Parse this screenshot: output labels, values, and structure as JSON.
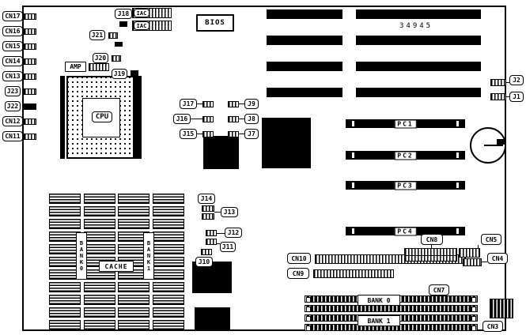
{
  "figure": {
    "type": "motherboard-layout-diagram",
    "part_number": "34945"
  },
  "labels": {
    "cn17": "CN17",
    "cn16": "CN16",
    "cn15": "CN15",
    "cn14": "CN14",
    "cn13": "CN13",
    "j23": "J23",
    "j22": "J22",
    "cn12": "CN12",
    "cn11": "CN11",
    "j18": "J18",
    "j21": "J21",
    "j20": "J20",
    "j19": "J19",
    "iac": "IAC",
    "amp": "AMP",
    "bios": "BIOS",
    "cpu": "CPU",
    "j2": "J2",
    "j1": "J1",
    "pc1": "PC1",
    "pc2": "PC2",
    "pc3": "PC3",
    "pc4": "PC4",
    "j17": "J17",
    "j16": "J16",
    "j15": "J15",
    "j9": "J9",
    "j8": "J8",
    "j7": "J7",
    "j14": "J14",
    "j13": "J13",
    "j12": "J12",
    "j11": "J11",
    "j10": "J10",
    "bank0_cache": "BANK0",
    "cache": "CACHE",
    "bank1_cache": "BANK1",
    "cn10": "CN10",
    "cn9": "CN9",
    "cn8": "CN8",
    "cn5": "CN5",
    "cn4": "CN4",
    "cn7": "CN7",
    "cn3": "CN3",
    "bank0_simm": "BANK 0",
    "bank1_simm": "BANK 1"
  },
  "colors": {
    "ink": "#000000",
    "paper": "#ffffff"
  }
}
